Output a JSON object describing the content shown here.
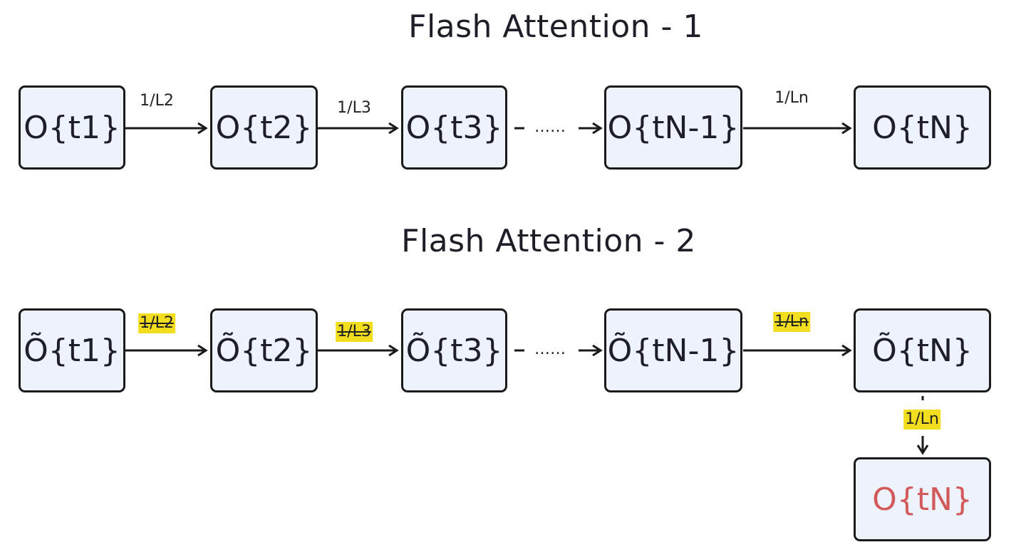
{
  "row1": {
    "title": "Flash Attention - 1",
    "nodes": [
      "O{t1}",
      "O{t2}",
      "O{t3}",
      "O{tN-1}",
      "O{tN}"
    ],
    "edge_labels": [
      "1/L2",
      "1/L3",
      "1/Ln"
    ],
    "ellipsis": "……"
  },
  "row2": {
    "title": "Flash Attention - 2",
    "nodes": [
      "Õ{t1}",
      "Õ{t2}",
      "Õ{t3}",
      "Õ{tN-1}",
      "Õ{tN}"
    ],
    "edge_labels": [
      "1/L2",
      "1/L3",
      "1/Ln"
    ],
    "ellipsis": "……",
    "final_edge_label": "1/Ln",
    "final_node": "O{tN}"
  },
  "colors": {
    "node_fill": "#eef2fb",
    "highlight": "#f2dd1f",
    "result_text": "#d25a5a"
  }
}
